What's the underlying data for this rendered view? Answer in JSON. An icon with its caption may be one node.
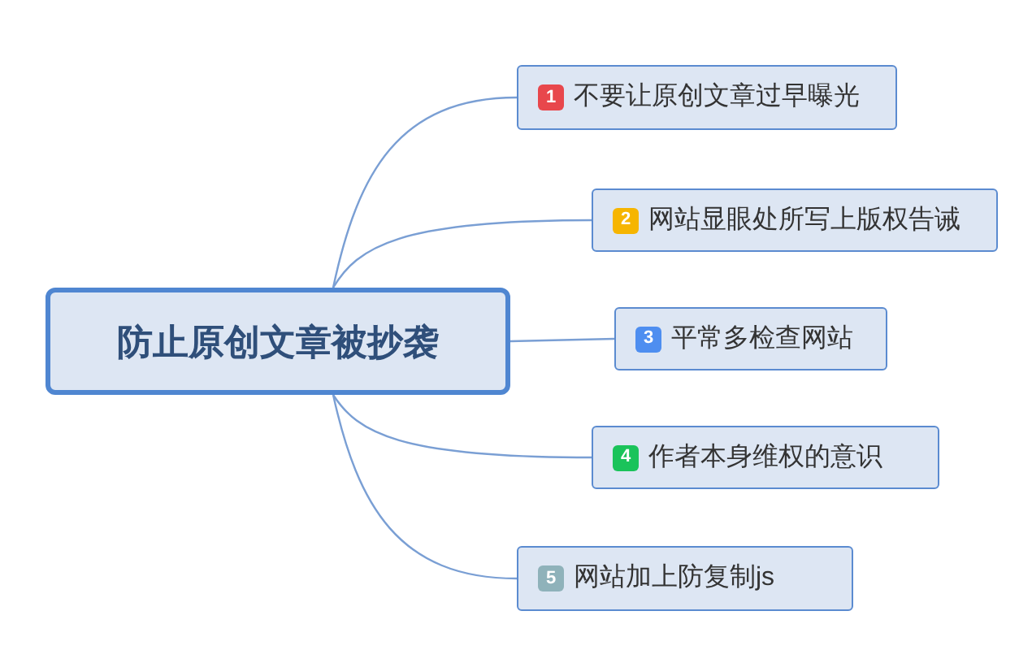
{
  "diagram": {
    "nodes": [
      {
        "text": [
          "防止原创文章被抄袭"
        ]
      },
      {
        "text": [
          "1",
          "不要让原创文章过早曝光"
        ]
      },
      {
        "text": [
          "2",
          "网站显眼处所写上版权告诫"
        ]
      },
      {
        "text": [
          "3",
          "平常多检查网站"
        ]
      },
      {
        "text": [
          "4",
          "作者本身维权的意识"
        ]
      },
      {
        "text": [
          "5",
          "网站加上防复制js"
        ]
      }
    ],
    "edges": [
      {
        "from": 0,
        "to": 1,
        "arrow": "none"
      },
      {
        "from": 0,
        "to": 2,
        "arrow": "none"
      },
      {
        "from": 0,
        "to": 3,
        "arrow": "none"
      },
      {
        "from": 0,
        "to": 4,
        "arrow": "none"
      },
      {
        "from": 0,
        "to": 5,
        "arrow": "none"
      }
    ]
  }
}
